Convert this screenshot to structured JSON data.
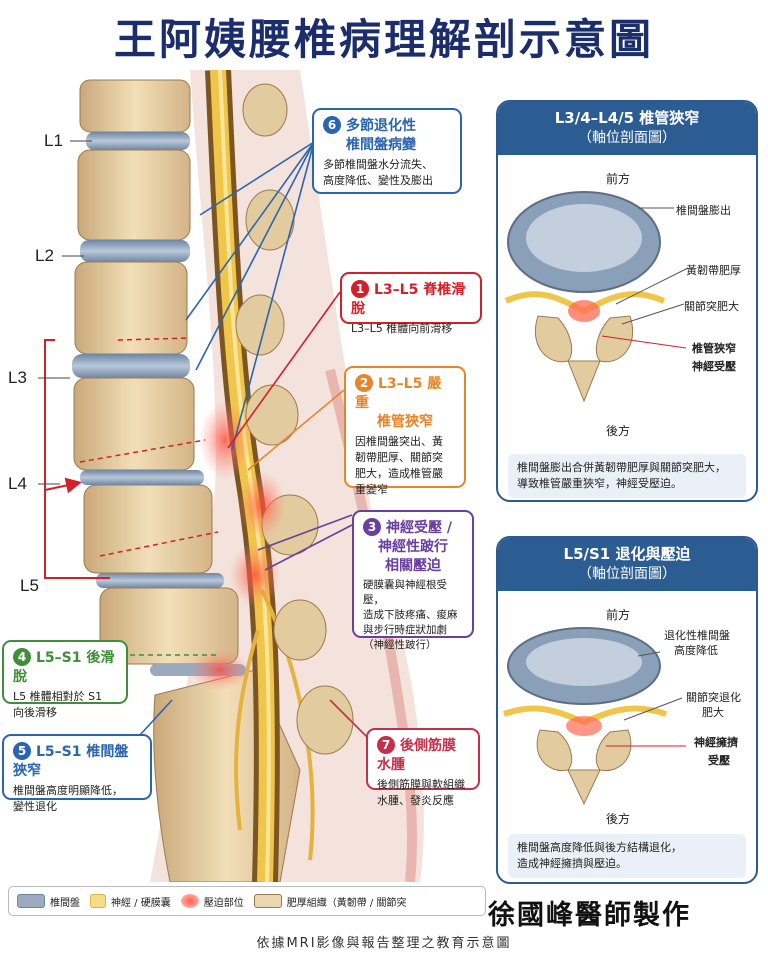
{
  "title": "王阿姨腰椎病理解剖示意圖",
  "vertebra_labels": [
    "L1",
    "L2",
    "L3",
    "L4",
    "L5"
  ],
  "callouts": [
    {
      "num": "6",
      "title_line1": "多節退化性",
      "title_line2": "椎間盤病變",
      "desc_line1": "多節椎間盤水分流失、",
      "desc_line2": "高度降低、變性及膨出",
      "color": "#2b65b0"
    },
    {
      "num": "1",
      "title": "L3–L5 脊椎滑脫",
      "desc": "L3–L5 椎體向前滑移",
      "color": "#d3202a"
    },
    {
      "num": "2",
      "title_line1": "L3–L5 嚴重",
      "title_line2": "椎管狹窄",
      "desc_lines": [
        "因椎間盤突出、黃",
        "韌帶肥厚、關節突",
        "肥大，造成椎管嚴",
        "重變窄"
      ],
      "color": "#e8852a"
    },
    {
      "num": "3",
      "title_line1": "神經受壓 /",
      "title_line2": "神經性跛行",
      "title_line3": "相關壓迫",
      "desc_lines": [
        "硬膜囊與神經根受壓，",
        "造成下肢疼痛、痠麻",
        "與步行時症狀加劇",
        "（神經性跛行）"
      ],
      "color": "#6a3fa0"
    },
    {
      "num": "4",
      "title": "L5–S1 後滑脫",
      "desc_line1": "L5 椎體相對於 S1",
      "desc_line2": "向後滑移",
      "color": "#3f8f3a"
    },
    {
      "num": "5",
      "title": "L5–S1 椎間盤狹窄",
      "desc_line1": "椎間盤高度明顯降低，",
      "desc_line2": "變性退化",
      "color": "#2b65b0"
    },
    {
      "num": "7",
      "title": "後側筋膜水腫",
      "desc_line1": "後側筋膜與軟組織",
      "desc_line2": "水腫、發炎反應",
      "color": "#c4304a"
    }
  ],
  "panel1": {
    "title": "L3/4–L4/5 椎管狹窄",
    "subtitle": "（軸位剖面圖）",
    "front": "前方",
    "back": "後方",
    "labels": [
      "椎間盤膨出",
      "黃韌帶肥厚",
      "關節突肥大"
    ],
    "red_line1": "椎管狹窄",
    "red_line2": "神經受壓",
    "caption_line1": "椎間盤膨出合併黃韌帶肥厚與關節突肥大，",
    "caption_line2": "導致椎管嚴重狹窄，神經受壓迫。"
  },
  "panel2": {
    "title": "L5/S1 退化與壓迫",
    "subtitle": "（軸位剖面圖）",
    "front": "前方",
    "back": "後方",
    "label1_line1": "退化性椎間盤",
    "label1_line2": "高度降低",
    "label2_line1": "關節突退化",
    "label2_line2": "肥大",
    "red_line1": "神經擁擠",
    "red_line2": "受壓",
    "caption_line1": "椎間盤高度降低與後方結構退化，",
    "caption_line2": "造成神經擁擠與壓迫。"
  },
  "legend": [
    "椎間盤",
    "神經 / 硬膜囊",
    "壓迫部位",
    "肥厚組織（黃韌帶 / 關節突"
  ],
  "author": "徐國峰醫師製作",
  "footer": "依據MRI影像與報告整理之教育示意圖",
  "colors": {
    "navy": "#1b2e6b",
    "panel_blue": "#2b5c92",
    "red": "#d3202a",
    "disc": "#8a9fb8",
    "bone": "#e8d2a6",
    "nerve": "#f0c64a"
  }
}
